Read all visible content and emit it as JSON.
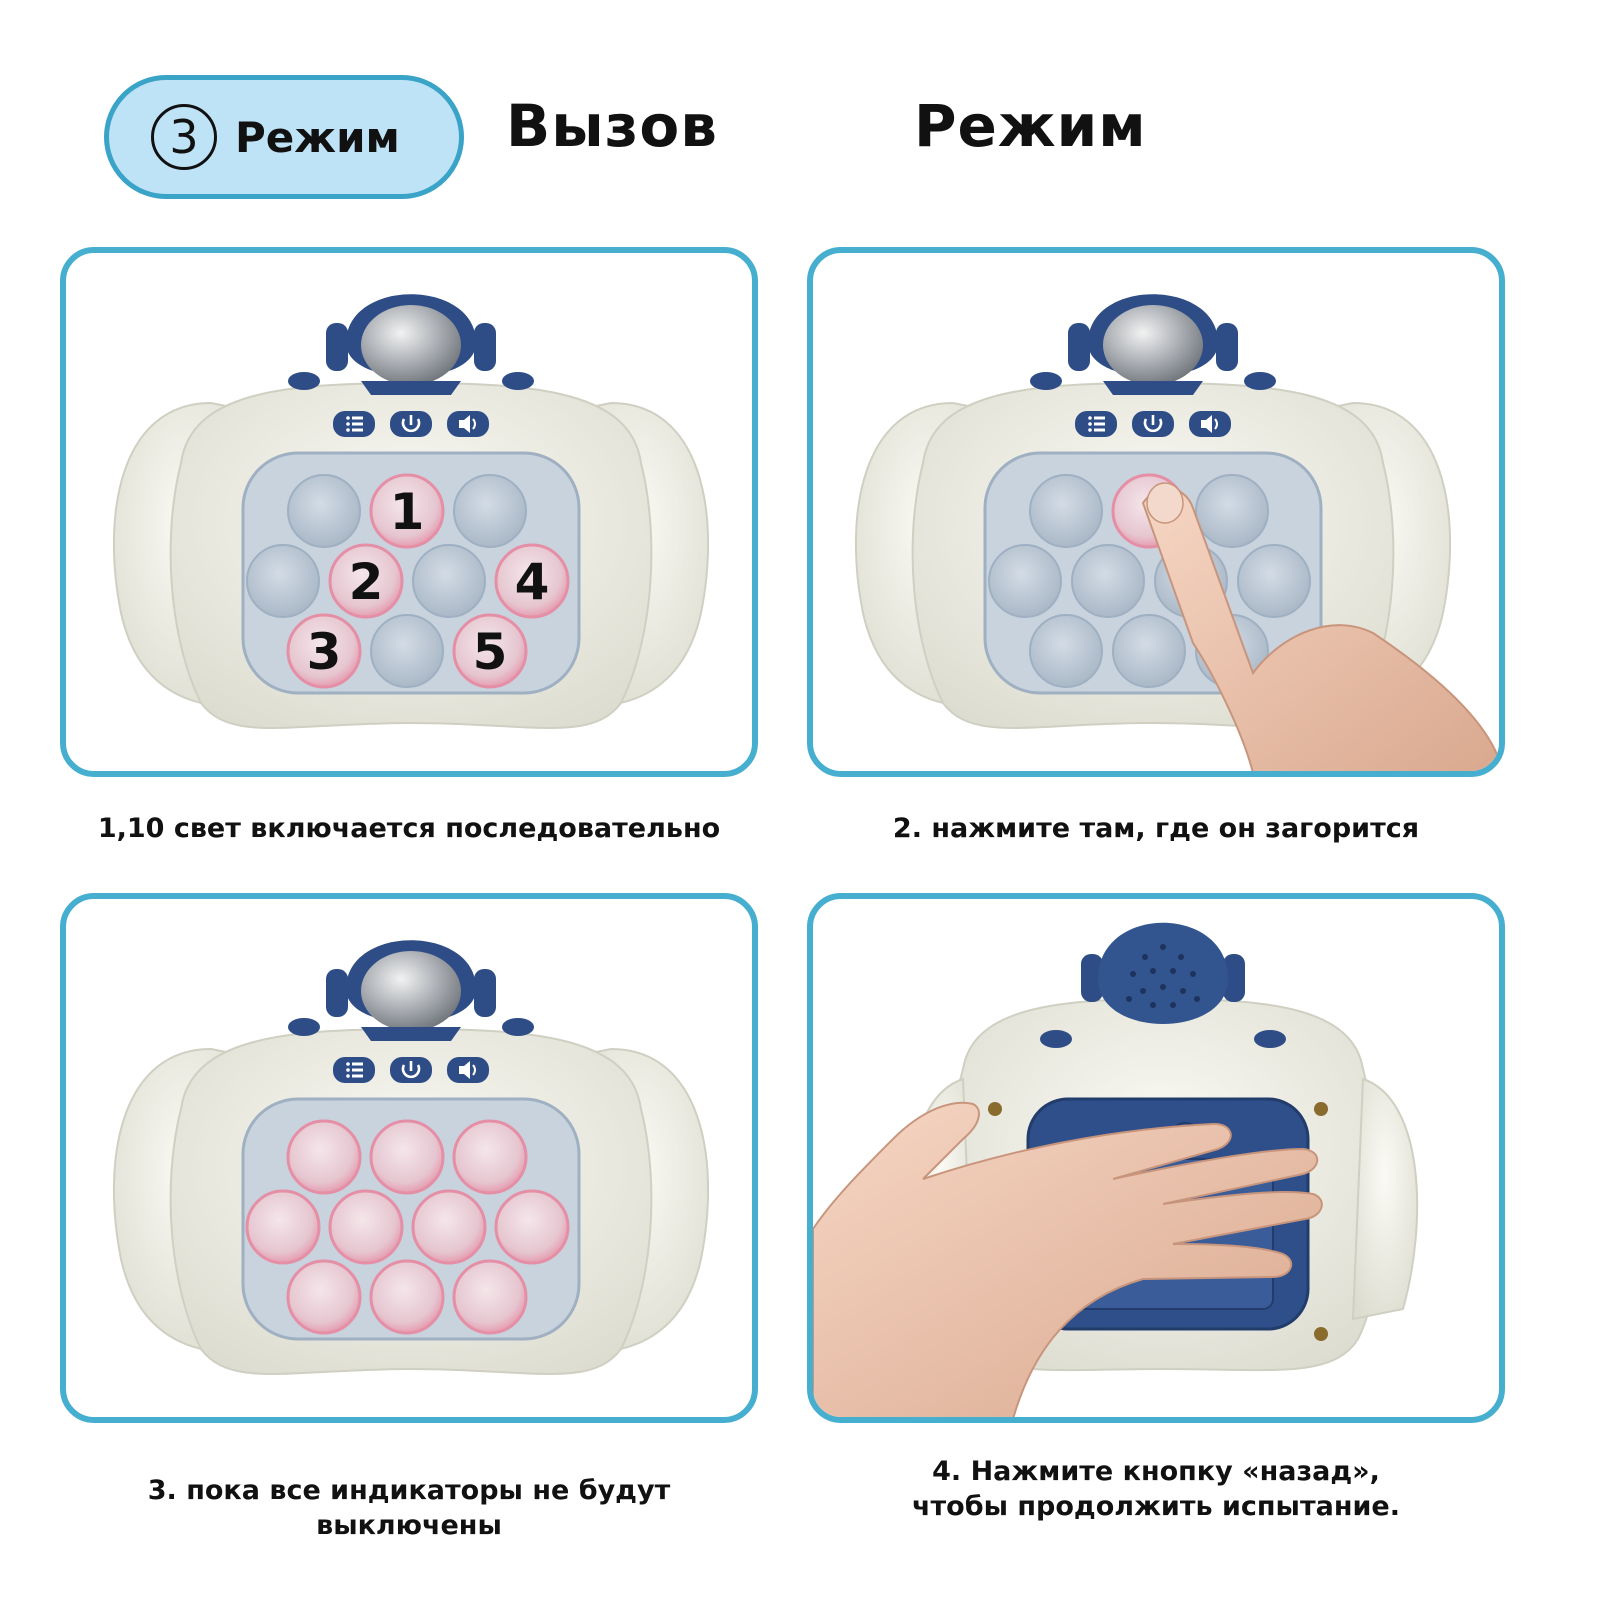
{
  "header": {
    "mode_number": "3",
    "mode_label": "Режим",
    "challenge": "Вызов",
    "mode_word": "Режим"
  },
  "steps": [
    {
      "caption": "1,10 свет включается последовательно",
      "labels": [
        "1",
        "2",
        "3",
        "4",
        "5"
      ]
    },
    {
      "caption": "2. нажмите там, где он загорится"
    },
    {
      "caption": "3. пока все индикаторы не будут выключены"
    },
    {
      "caption_line1": "4. Нажмите кнопку «назад»,",
      "caption_line2": "чтобы продолжить испытание."
    }
  ],
  "colors": {
    "accent_border": "#46aecf",
    "pill_fill": "#bfe3f6",
    "toy_body": "#f1f0e6",
    "toy_blue": "#2e4d86",
    "bubble_grey": "#b9c6d3",
    "bubble_lit": "#f2b6c4"
  },
  "icons": [
    "menu-icon",
    "power-icon",
    "sound-icon"
  ]
}
